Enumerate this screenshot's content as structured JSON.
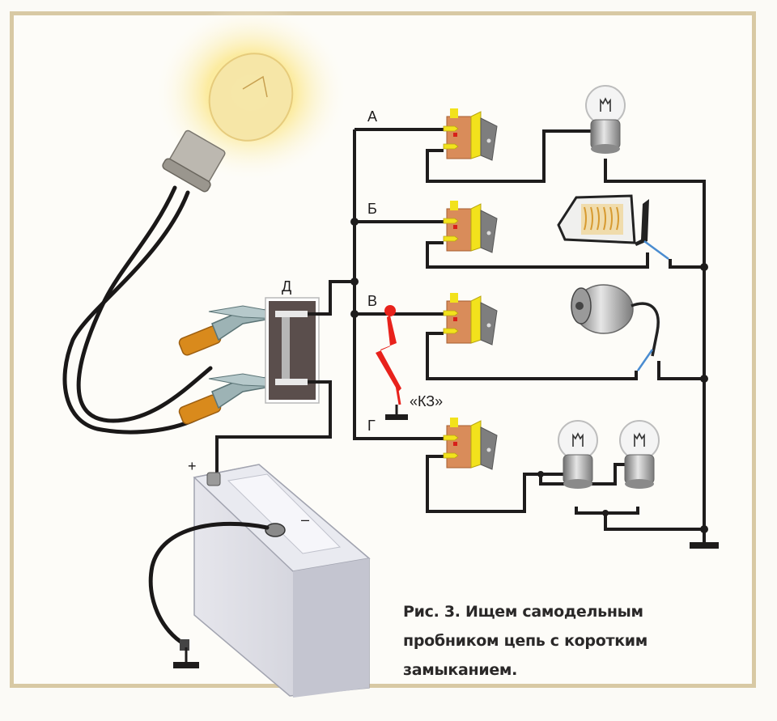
{
  "figure": {
    "caption_lines": [
      "Рис. 3. Ищем самодельным",
      "пробником цепь с коротким",
      "замыканием."
    ],
    "branch_labels": {
      "a": "А",
      "b": "Б",
      "v": "В",
      "g": "Г",
      "d": "Д"
    },
    "short_circuit_label": "«КЗ»",
    "battery_plus": "+",
    "battery_minus": "–"
  },
  "colors": {
    "frame": "#d8c9a4",
    "wire": "#1e1c1c",
    "short_circuit": "#e8221c",
    "switch_body": "#d98c5a",
    "switch_rocker": "#f2e21c",
    "clip_sleeve": "#d98a1c",
    "bulb_glow": "#fff1a8"
  }
}
